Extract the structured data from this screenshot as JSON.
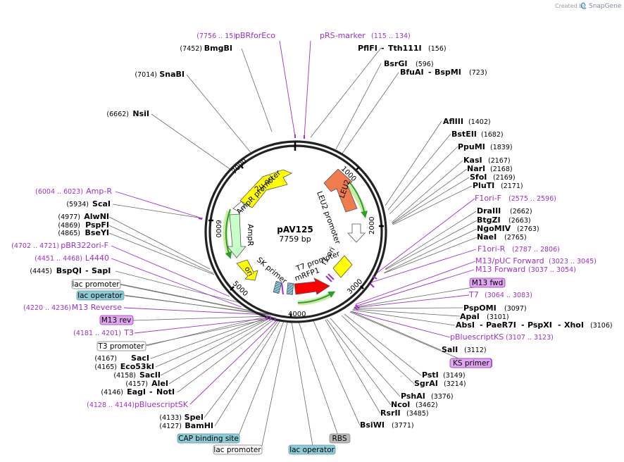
{
  "brand": {
    "created_by": "Created by",
    "name": "SnapGene"
  },
  "plasmid": {
    "name": "pAV125",
    "size": "7759 bp"
  },
  "tick_labels": [
    "1000",
    "2000",
    "3000",
    "4000",
    "5000",
    "6000",
    "7000"
  ],
  "map_features": {
    "leu2": "LEU2",
    "leu2_promoter": "LEU2 promoter",
    "two_mu_ori": "2μ ori",
    "ampr_promoter": "AmpR promoter",
    "ampr": "AmpR",
    "ori": "ori",
    "sk_primer": "SK primer",
    "t7_promoter": "T7 promoter",
    "mrfp1": "mRFP1",
    "f1_ori": "f1 ori"
  },
  "colors": {
    "leu2": "#f07b4f",
    "yellow": "#ffff00",
    "mrfp1": "#ff0000",
    "ampr": "#c8ffc8",
    "feature_text": "#9b30c9"
  },
  "sites_left": [
    {
      "name": "BmgBI",
      "pos": "(7452)"
    },
    {
      "name": "SnaBI",
      "pos": "(7014)"
    },
    {
      "name": "NsiI",
      "pos": "(6662)"
    },
    {
      "name": "ScaI",
      "pos": "(5934)"
    },
    {
      "name": "AlwNI",
      "pos": "(4977)"
    },
    {
      "name": "PspFI",
      "pos": "(4869)"
    },
    {
      "name": "BseYI",
      "pos": "(4865)"
    },
    {
      "name": "BspQI",
      "pos": "(4445)",
      "alt": "SapI"
    },
    {
      "name": "SacI",
      "pos": "(4167)"
    },
    {
      "name": "Eco53kI",
      "pos": "(4165)"
    },
    {
      "name": "SacII",
      "pos": "(4158)"
    },
    {
      "name": "AleI",
      "pos": "(4157)"
    },
    {
      "name": "EagI",
      "pos": "(4146)",
      "alt": "NotI"
    },
    {
      "name": "SpeI",
      "pos": "(4133)"
    },
    {
      "name": "BamHI",
      "pos": "(4127)"
    }
  ],
  "sites_right": [
    {
      "name": "PflFI",
      "pos": "(156)",
      "alt": "Tth111I"
    },
    {
      "name": "BsrGI",
      "pos": "(596)"
    },
    {
      "name": "BfuAI",
      "pos": "(723)",
      "alt": "BspMI"
    },
    {
      "name": "AflIII",
      "pos": "(1402)"
    },
    {
      "name": "BstEII",
      "pos": "(1682)"
    },
    {
      "name": "PpuMI",
      "pos": "(1839)"
    },
    {
      "name": "KasI",
      "pos": "(2167)"
    },
    {
      "name": "NarI",
      "pos": "(2168)"
    },
    {
      "name": "SfoI",
      "pos": "(2169)"
    },
    {
      "name": "PluTI",
      "pos": "(2171)"
    },
    {
      "name": "DraIII",
      "pos": "(2662)"
    },
    {
      "name": "BtgZI",
      "pos": "(2663)"
    },
    {
      "name": "NgoMIV",
      "pos": "(2763)"
    },
    {
      "name": "NaeI",
      "pos": "(2765)"
    },
    {
      "name": "PspOMI",
      "pos": "(3097)"
    },
    {
      "name": "ApaI",
      "pos": "(3101)"
    },
    {
      "name": "AbsI",
      "alt": "PaeR7I",
      "alt2": "PspXI",
      "alt3": "XhoI",
      "pos": "(3106)"
    },
    {
      "name": "SalI",
      "pos": "(3112)"
    },
    {
      "name": "PstI",
      "pos": "(3149)"
    },
    {
      "name": "SgrAI",
      "pos": "(3214)"
    },
    {
      "name": "PshAI",
      "pos": "(3376)"
    },
    {
      "name": "NcoI",
      "pos": "(3462)"
    },
    {
      "name": "RsrII",
      "pos": "(3485)"
    },
    {
      "name": "BsiWI",
      "pos": "(3771)"
    }
  ],
  "features_left": [
    {
      "name": "pBRforEco",
      "pos": "(7756 .. 15)"
    },
    {
      "name": "Amp-R",
      "pos": "(6004 .. 6023)"
    },
    {
      "name": "pBR322ori-F",
      "pos": "(4702 .. 4721)"
    },
    {
      "name": "L4440",
      "pos": "(4451 .. 4468)"
    },
    {
      "name": "M13 Reverse",
      "pos": "(4220 .. 4236)"
    },
    {
      "name": "T3",
      "pos": "(4181 .. 4201)"
    },
    {
      "name": "pBluescriptSK",
      "pos": "(4128 .. 4144)"
    }
  ],
  "features_right": [
    {
      "name": "pRS-marker",
      "pos": "(115 .. 134)"
    },
    {
      "name": "F1ori-F",
      "pos": "(2575 .. 2596)"
    },
    {
      "name": "F1ori-R",
      "pos": "(2787 .. 2806)"
    },
    {
      "name": "M13/pUC Forward",
      "pos": "(3023 .. 3045)"
    },
    {
      "name": "M13 Forward",
      "pos": "(3037 .. 3054)"
    },
    {
      "name": "T7",
      "pos": "(3064 .. 3083)"
    },
    {
      "name": "pBluescriptKS",
      "pos": "(3107 .. 3123)"
    }
  ],
  "boxes": {
    "lac_promoter_1": "lac promoter",
    "lac_operator_1": "lac operator",
    "m13_rev": "M13 rev",
    "t3_promoter": "T3 promoter",
    "cap_binding_site": "CAP binding site",
    "lac_promoter_2": "lac promoter",
    "rbs": "RBS",
    "lac_operator_2": "lac operator",
    "m13_fwd": "M13 fwd",
    "ks_primer": "KS primer"
  }
}
